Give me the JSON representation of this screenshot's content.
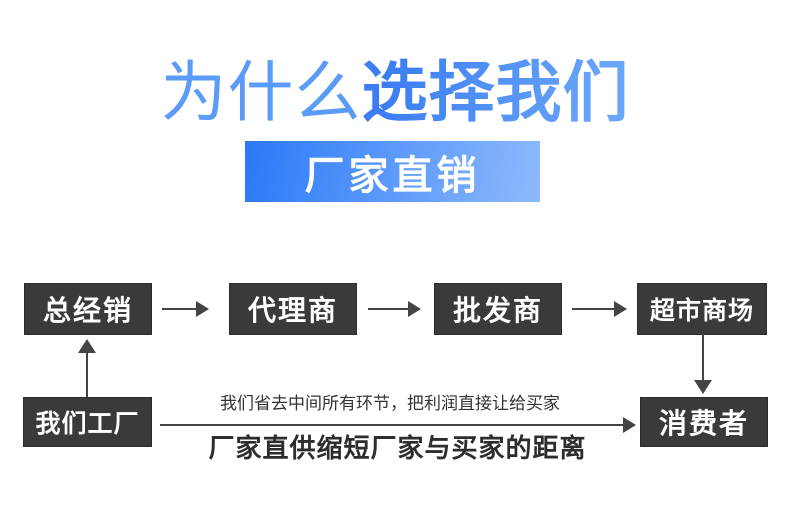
{
  "title": {
    "light": "为什么",
    "bold": "选择我们"
  },
  "banner": {
    "label": "厂家直销"
  },
  "flow": {
    "chain": [
      {
        "label": "总经销"
      },
      {
        "label": "代理商"
      },
      {
        "label": "批发商"
      },
      {
        "label": "超市商场"
      }
    ],
    "factory": {
      "label": "我们工厂"
    },
    "consumer": {
      "label": "消费者"
    },
    "note": "我们省去中间所有环节，把利润直接让给买家",
    "slogan": "厂家直供缩短厂家与买家的距离"
  },
  "colors": {
    "title_light_blue": "#5b9bf8",
    "title_bold_gradient_from": "#3c7ef2",
    "title_bold_gradient_to": "#6aa6f8",
    "banner_gradient_from": "#2a79f8",
    "banner_gradient_to": "#8ebafc",
    "banner_text": "#ffffff",
    "box_background": "#3a3a3a",
    "box_text": "#ffffff",
    "arrow": "#444444",
    "note_text": "#333333",
    "slogan_text": "#2d2d2d",
    "page_background": "#ffffff"
  }
}
